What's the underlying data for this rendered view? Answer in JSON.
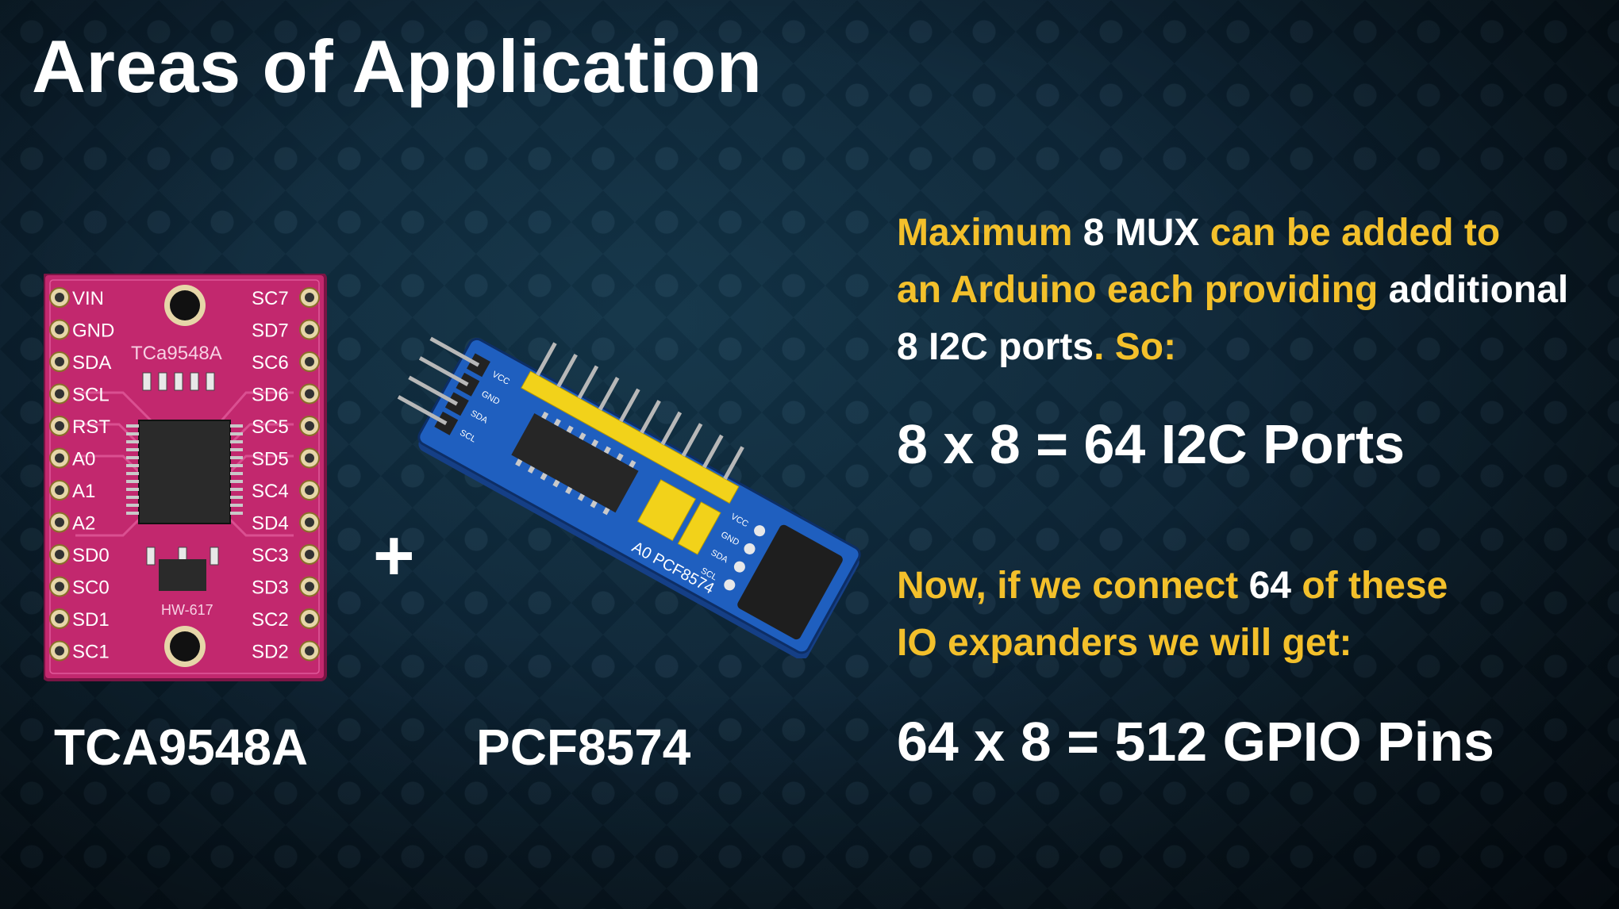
{
  "title": "Areas of Application",
  "mux_board": {
    "label": "TCA9548A",
    "chip_text": "TCa9548A",
    "model_text": "HW-617",
    "left_pins": [
      "VIN",
      "GND",
      "SDA",
      "SCL",
      "RST",
      "A0",
      "A1",
      "A2",
      "SD0",
      "SC0",
      "SD1",
      "SC1"
    ],
    "right_pins": [
      "SC7",
      "SD7",
      "SC6",
      "SD6",
      "SC5",
      "SD5",
      "SC4",
      "SD4",
      "SC3",
      "SD3",
      "SC2",
      "SD2"
    ]
  },
  "plus_sign": "+",
  "expander_board": {
    "label": "PCF8574",
    "left_pins": [
      "VCC",
      "GND",
      "SDA",
      "SCL"
    ],
    "right_pins": [
      "VCC",
      "GND",
      "SDA",
      "SCL"
    ],
    "silk_text": "A0  PCF8574"
  },
  "paragraph1": {
    "line1": [
      "Maximum ",
      "8 MUX",
      " can be added to"
    ],
    "line2": [
      "an Arduino each providing ",
      "additional"
    ],
    "line3": [
      "8 I2C ports",
      ". So:"
    ]
  },
  "equation1": "8 x 8 = 64 I2C Ports",
  "paragraph2": {
    "line1": [
      "Now, if we connect ",
      "64",
      " of these"
    ],
    "line2": [
      "IO expanders we will get:"
    ]
  },
  "equation2": "64 x 8 = 512 GPIO Pins",
  "colors": {
    "highlight": "#f3c02b",
    "text": "#ffffff",
    "mux_board": "#c2286e",
    "expander_board": "#1f5fbf",
    "header_pins": "#f2d21a"
  }
}
